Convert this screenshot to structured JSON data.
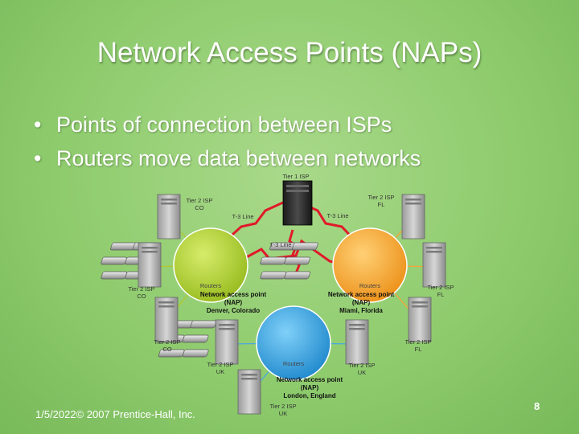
{
  "slide": {
    "title": "Network Access Points (NAPs)",
    "bullets": [
      "Points of connection between ISPs",
      "Routers move data between networks"
    ],
    "footer": "1/5/2022© 2007 Prentice-Hall, Inc.",
    "page_number": "8"
  },
  "diagram": {
    "tier1": "Tier 1 ISP",
    "lines": {
      "left": "T-3 Line",
      "right": "T-3 Line",
      "center": "T-3 Line"
    },
    "naps": [
      {
        "routers": "Routers",
        "name": "Network access point",
        "abbr": "(NAP)",
        "location": "Denver, Colorado",
        "color": "#a6c72a"
      },
      {
        "routers": "Routers",
        "name": "Network access point",
        "abbr": "(NAP)",
        "location": "Miami, Florida",
        "color": "#f0a02a"
      },
      {
        "routers": "Routers",
        "name": "Network access point",
        "abbr": "(NAP)",
        "location": "London, England",
        "color": "#2f9ad8"
      }
    ],
    "tier2": [
      {
        "name": "Tier 2 ISP",
        "region": "CO"
      },
      {
        "name": "Tier 2 ISP",
        "region": "CO"
      },
      {
        "name": "Tier 2 ISP",
        "region": "CO"
      },
      {
        "name": "Tier 2 ISP",
        "region": "FL"
      },
      {
        "name": "Tier 2 ISP",
        "region": "FL"
      },
      {
        "name": "Tier 2 ISP",
        "region": "FL"
      },
      {
        "name": "Tier 2 ISP",
        "region": "UK"
      },
      {
        "name": "Tier 2 ISP",
        "region": "UK"
      },
      {
        "name": "Tier 2 ISP",
        "region": "UK"
      }
    ]
  }
}
